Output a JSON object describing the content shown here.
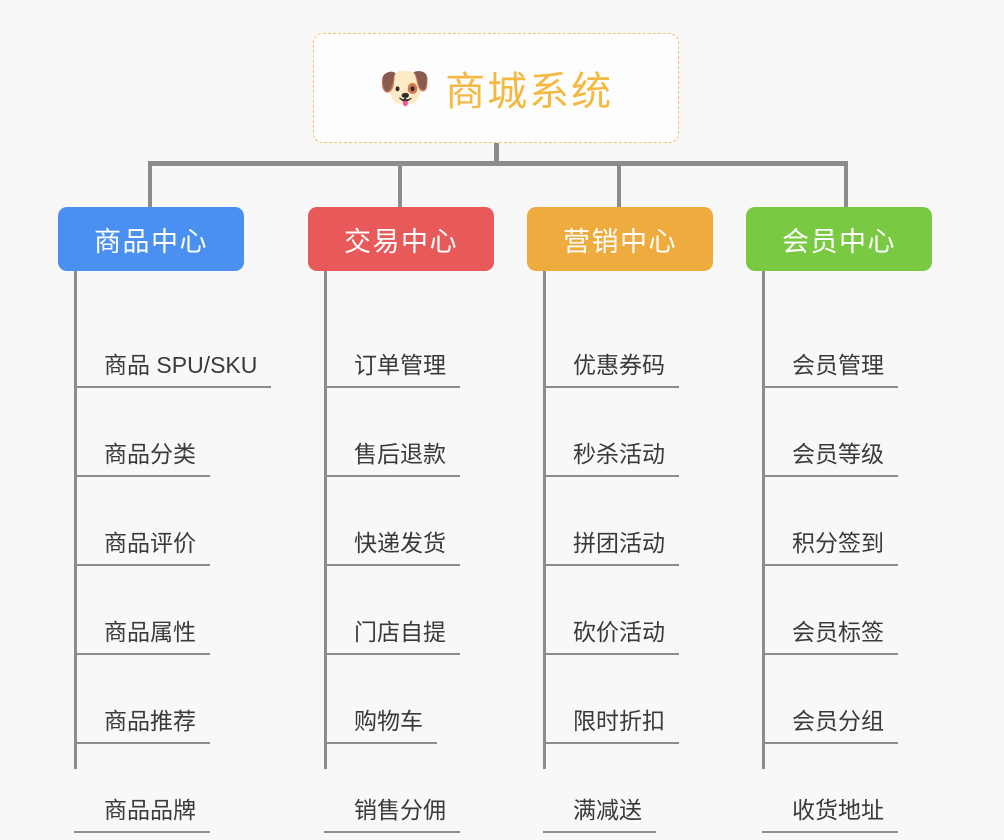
{
  "background_color": "#f8f8f8",
  "root": {
    "icon": "dog-face-emoji",
    "icon_glyph": "🐶",
    "title": "商城系统",
    "title_color": "#f5b942",
    "border_color": "#f0c070"
  },
  "branches": [
    {
      "label": "商品中心",
      "color": "#4a90f0",
      "items": [
        "商品 SPU/SKU",
        "商品分类",
        "商品评价",
        "商品属性",
        "商品推荐",
        "商品品牌"
      ]
    },
    {
      "label": "交易中心",
      "color": "#e8595a",
      "items": [
        "订单管理",
        "售后退款",
        "快递发货",
        "门店自提",
        "购物车",
        "销售分佣"
      ]
    },
    {
      "label": "营销中心",
      "color": "#eeab3e",
      "items": [
        "优惠券码",
        "秒杀活动",
        "拼团活动",
        "砍价活动",
        "限时折扣",
        "满减送"
      ]
    },
    {
      "label": "会员中心",
      "color": "#7ac943",
      "items": [
        "会员管理",
        "会员等级",
        "积分签到",
        "会员标签",
        "会员分组",
        "收货地址"
      ]
    }
  ],
  "connector_color": "#8c8c8c"
}
